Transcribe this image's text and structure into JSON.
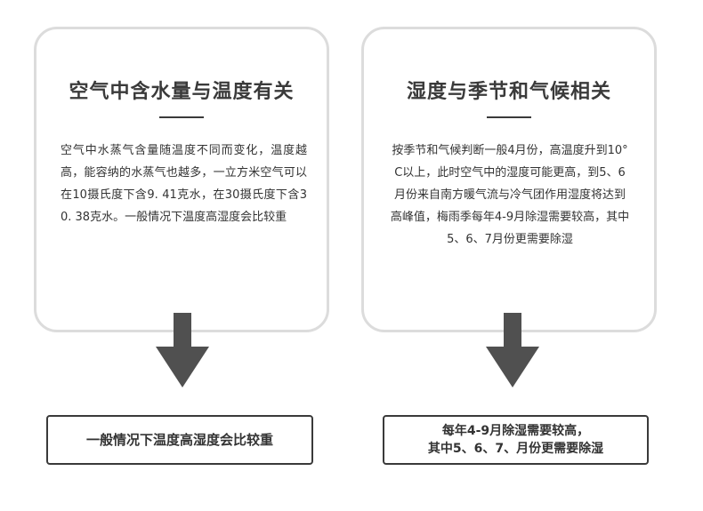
{
  "left": {
    "title": "空气中含水量与温度有关",
    "body": "空气中水蒸气含量随温度不同而变化，温度越高，能容纳的水蒸气也越多，一立方米空气可以在10摄氏度下含9. 41克水，在30摄氏度下含30. 38克水。一般情况下温度高湿度会比较重",
    "result": "一般情况下温度高湿度会比较重"
  },
  "right": {
    "title": "湿度与季节和气候相关",
    "body": "按季节和气候判断一般4月份，高温度升到10°C以上，此时空气中的湿度可能更高，到5、6月份来自南方暖气流与冷气团作用湿度将达到高峰值，梅雨季每年4-9月除湿需要较高，其中5、6、7月份更需要除湿",
    "result_line1": "每年4-9月除湿需要较高，",
    "result_line2": "其中5、6、7、月份更需要除湿"
  },
  "colors": {
    "card_border": "#dcdcdc",
    "arrow": "#505050",
    "text": "#333333"
  }
}
